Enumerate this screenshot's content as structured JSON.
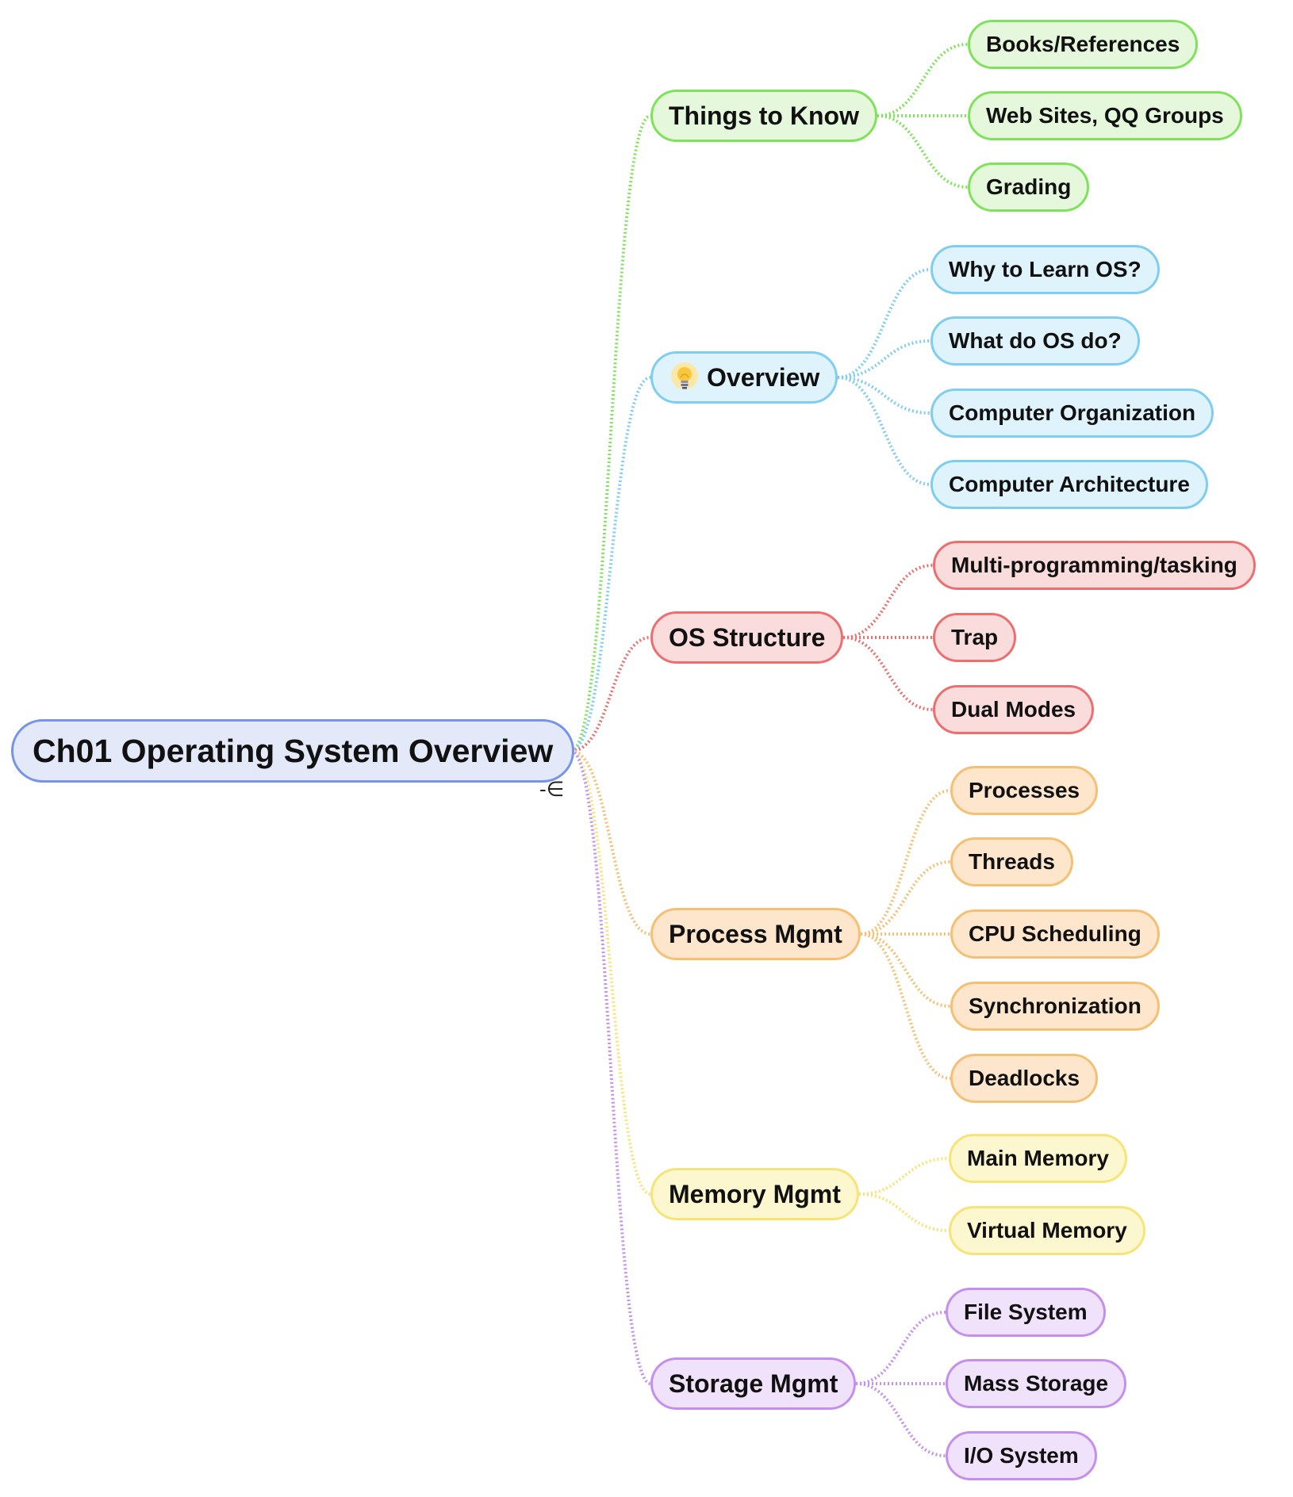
{
  "root": {
    "label": "Ch01 Operating System Overview",
    "collapse_symbol": "-∈"
  },
  "colors": {
    "root_border": "#7693ea",
    "root_fill": "#e4e9fa",
    "green": "#7ee25a",
    "blue": "#7fcdf0",
    "red": "#ec6f6f",
    "orange": "#f5c073",
    "yellow": "#f7e477",
    "purple": "#c48fee"
  },
  "branches": [
    {
      "label": "Things to Know",
      "color": "green",
      "children": [
        "Books/References",
        "Web Sites, QQ Groups",
        "Grading"
      ]
    },
    {
      "label": "Overview",
      "color": "blue",
      "icon": "lightbulb-icon",
      "children": [
        "Why to Learn OS?",
        "What do OS do?",
        "Computer Organization",
        "Computer Architecture"
      ]
    },
    {
      "label": "OS Structure",
      "color": "red",
      "children": [
        "Multi-programming/tasking",
        "Trap",
        "Dual Modes"
      ]
    },
    {
      "label": "Process Mgmt",
      "color": "orange",
      "children": [
        "Processes",
        "Threads",
        "CPU Scheduling",
        "Synchronization",
        "Deadlocks"
      ]
    },
    {
      "label": "Memory Mgmt",
      "color": "yellow",
      "children": [
        "Main Memory",
        "Virtual Memory"
      ]
    },
    {
      "label": "Storage Mgmt",
      "color": "purple",
      "children": [
        "File System",
        "Mass Storage",
        "I/O System"
      ]
    }
  ]
}
